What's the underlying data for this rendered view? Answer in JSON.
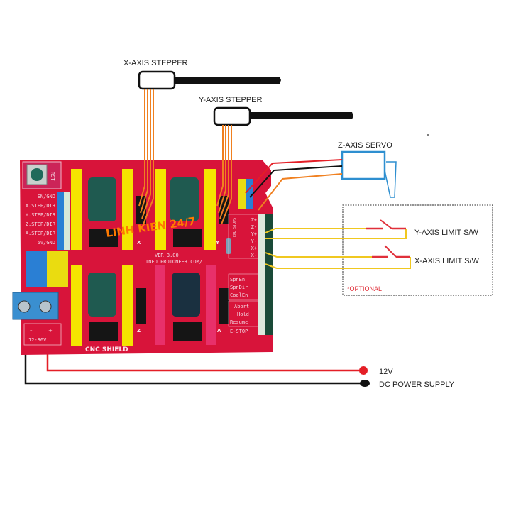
{
  "labels": {
    "x_stepper": "X-AXIS STEPPER",
    "y_stepper": "Y-AXIS STEPPER",
    "z_servo": "Z-AXIS SERVO",
    "y_limit": "Y-AXIS LIMIT S/W",
    "x_limit": "X-AXIS LIMIT S/W",
    "optional": "*OPTIONAL",
    "v12": "12V",
    "dc_supply": "DC POWER SUPPLY"
  },
  "board": {
    "name": "CNC SHIELD",
    "version": "VER 3.00",
    "url": "INFO.PROTONEER.COM/1",
    "reset": "RST",
    "watermark": "LINH KIEN 24/7",
    "power_minus": "–",
    "power_plus": "+",
    "power_range": "12-36V",
    "left_pins": [
      "EN/GND",
      "X.STEP/DIR",
      "Y.STEP/DIR",
      "Z.STEP/DIR",
      "A.STEP/DIR",
      "5V/GND"
    ],
    "axis_labels": [
      "X",
      "Y",
      "Z",
      "A"
    ],
    "endstop_title": "END STOPS",
    "endstops": [
      "Z+",
      "Z-",
      "Y+",
      "Y-",
      "X+",
      "X-"
    ],
    "spindle": [
      "SpnEn",
      "SpnDir",
      "CoolEn"
    ],
    "control": [
      "Abort",
      "Hold",
      "Resume"
    ],
    "estop": "E-STOP"
  },
  "colors": {
    "pcb": "#d8143a",
    "header_yellow": "#f5e400",
    "header_pink": "#e8306a",
    "header_blue": "#2a7fd4",
    "terminal_blue": "#3a8fd0",
    "wire_orange": "#f08020",
    "wire_red": "#e41e26",
    "wire_black": "#111111",
    "wire_yellow": "#f0c820",
    "servo_blue": "#2e8fd0",
    "optional_red": "#e0303a"
  }
}
